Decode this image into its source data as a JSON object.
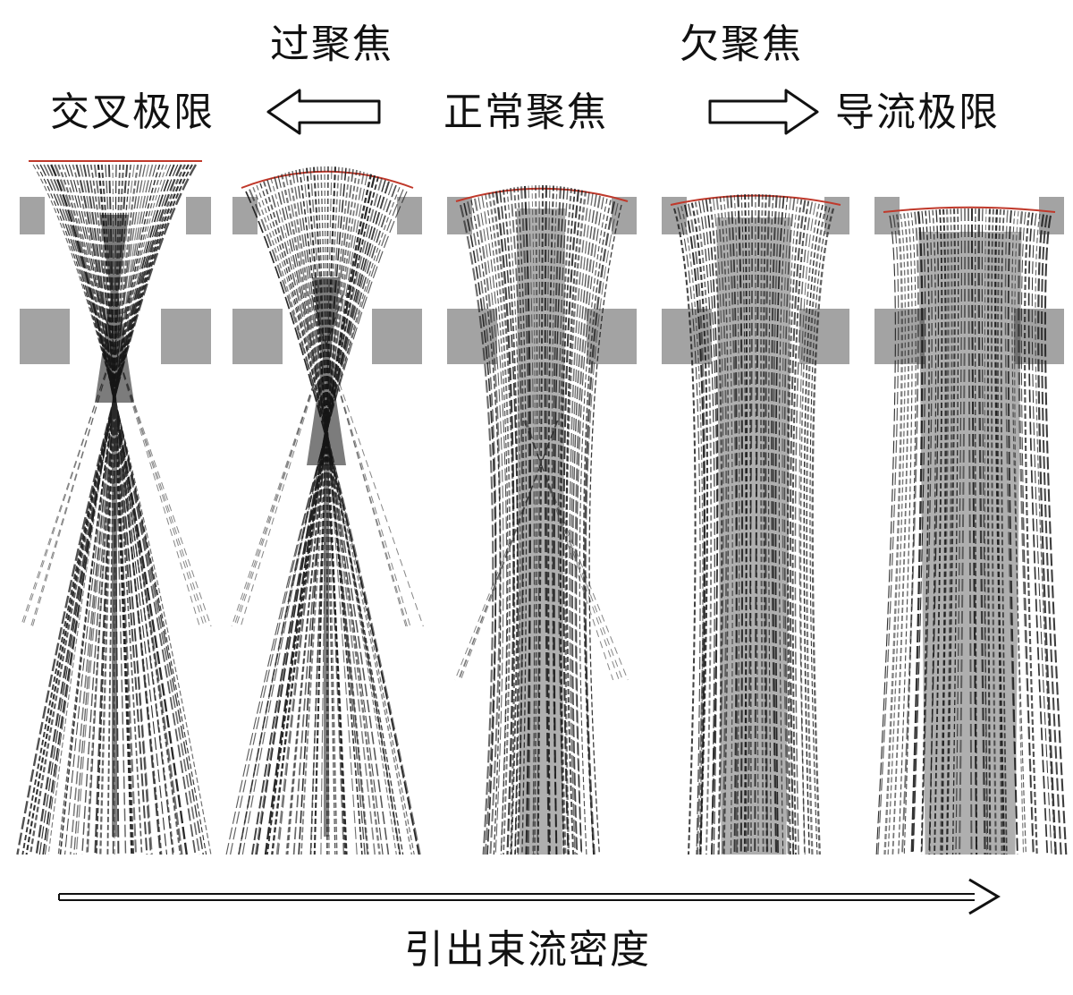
{
  "labels": {
    "over_focus": "过聚焦",
    "under_focus": "欠聚焦",
    "crossover_limit": "交叉极限",
    "normal_focus": "正常聚焦",
    "perveance_limit": "导流极限",
    "axis_label": "引出束流密度"
  },
  "panels": [
    {
      "id": "crossover-limit",
      "regime": "交叉极限"
    },
    {
      "id": "over-focus",
      "regime": "过聚焦"
    },
    {
      "id": "normal-focus",
      "regime": "正常聚焦"
    },
    {
      "id": "under-focus",
      "regime": "欠聚焦"
    },
    {
      "id": "perveance-limit",
      "regime": "导流极限"
    }
  ],
  "colors": {
    "electrode": "#a3a3a3",
    "beam": "#1c1c1c",
    "meniscus": "#c0392b",
    "arrow": "#111111"
  }
}
